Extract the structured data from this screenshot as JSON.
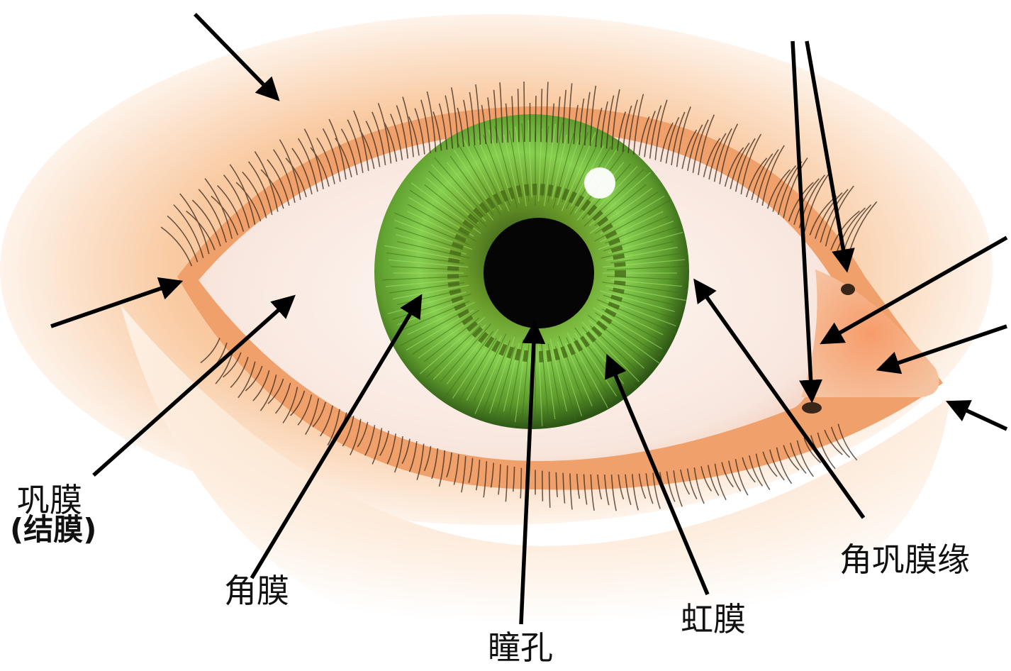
{
  "labels": {
    "sclera": "巩膜",
    "conjunctiva": "(结膜)",
    "cornea": "角膜",
    "pupil": "瞳孔",
    "iris": "虹膜",
    "limbus": "角巩膜缘"
  },
  "colors": {
    "iris_outer": "#2f6b1a",
    "iris_inner": "#7fc84a",
    "pupil": "#050505",
    "skin": "#f4b27a",
    "eyelid_rim": "#e8843e",
    "sclera": "#fbf1ec",
    "arrow": "#000000"
  }
}
